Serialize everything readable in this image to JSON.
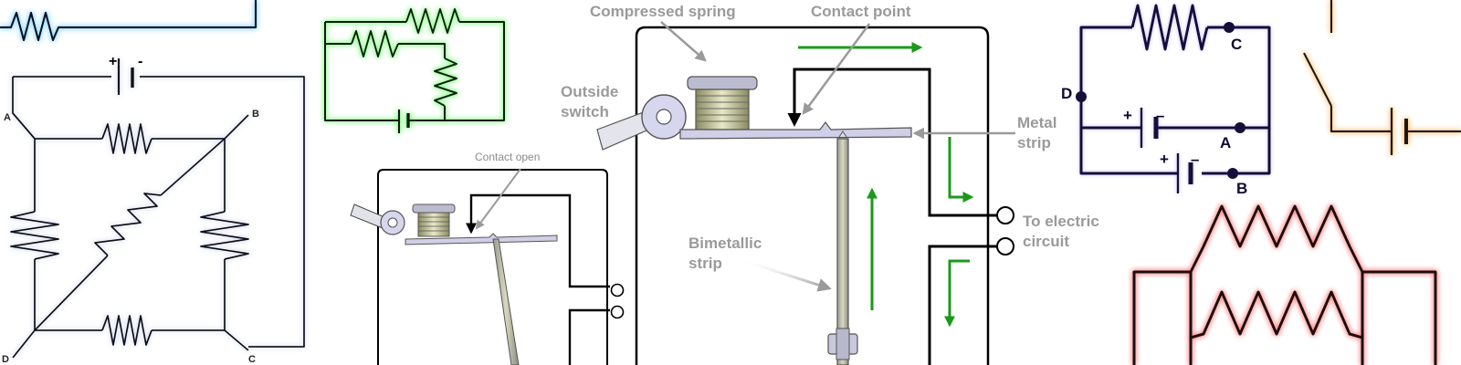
{
  "thermostat_large": {
    "compressed_spring": "Compressed spring",
    "contact_point": "Contact point",
    "outside_switch_1": "Outside",
    "outside_switch_2": "switch",
    "metal_strip_1": "Metal",
    "metal_strip_2": "strip",
    "to_circuit_1": "To electric",
    "to_circuit_2": "circuit",
    "bimetallic_1": "Bimetallic",
    "bimetallic_2": "strip"
  },
  "thermostat_small": {
    "contact_open": "Contact open"
  },
  "bridge_circuit": {
    "node_a": "A",
    "node_b": "B",
    "node_c": "C",
    "node_d": "D",
    "plus": "+",
    "minus": "-"
  },
  "navy_circuit": {
    "node_a": "A",
    "node_b": "B",
    "node_c": "C",
    "node_d": "D",
    "plus": "+",
    "minus": "–"
  },
  "colors": {
    "cyan_glow": "#7fd8ff",
    "green_glow": "#6fff6f",
    "orange_glow": "#ffc070",
    "red_glow": "#ff8080",
    "navy": "#160f3a",
    "arrow_green": "#1a9a1a"
  }
}
